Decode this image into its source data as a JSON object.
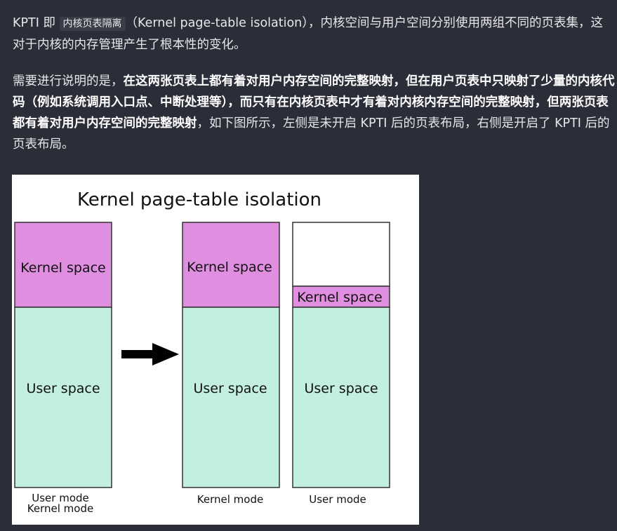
{
  "paragraph1": {
    "prefix": "KPTI 即 ",
    "code": "内核页表隔离",
    "rest": "（Kernel page-table isolation），内核空间与用户空间分别使用两组不同的页表集，这对于内核的内存管理产生了根本性的变化。"
  },
  "paragraph2": {
    "lead": "需要进行说明的是，",
    "bold": "在这两张页表上都有着对用户内存空间的完整映射，但在用户页表中只映射了少量的内核代码（例如系统调用入口点、中断处理等），而只有在内核页表中才有着对内核内存空间的完整映射，但两张页表都有着对用户内存空间的完整映射",
    "tail": "，如下图所示，左侧是未开启 KPTI 后的页表布局，右侧是开启了 KPTI 后的页表布局。"
  },
  "diagram": {
    "title": "Kernel page-table isolation",
    "left_table": {
      "kernel_label": "Kernel space",
      "user_label": "User space",
      "caption_line1": "User mode",
      "caption_line2": "Kernel mode"
    },
    "kernel_table": {
      "kernel_label": "Kernel space",
      "user_label": "User space",
      "caption": "Kernel mode"
    },
    "user_table": {
      "kernel_label": "Kernel space",
      "user_label": "User space",
      "caption": "User mode"
    },
    "colors": {
      "kernel_space": "#e08ee0",
      "user_space": "#c2efdf",
      "empty": "#ffffff",
      "border": "#333333",
      "arrow": "#000000"
    }
  }
}
